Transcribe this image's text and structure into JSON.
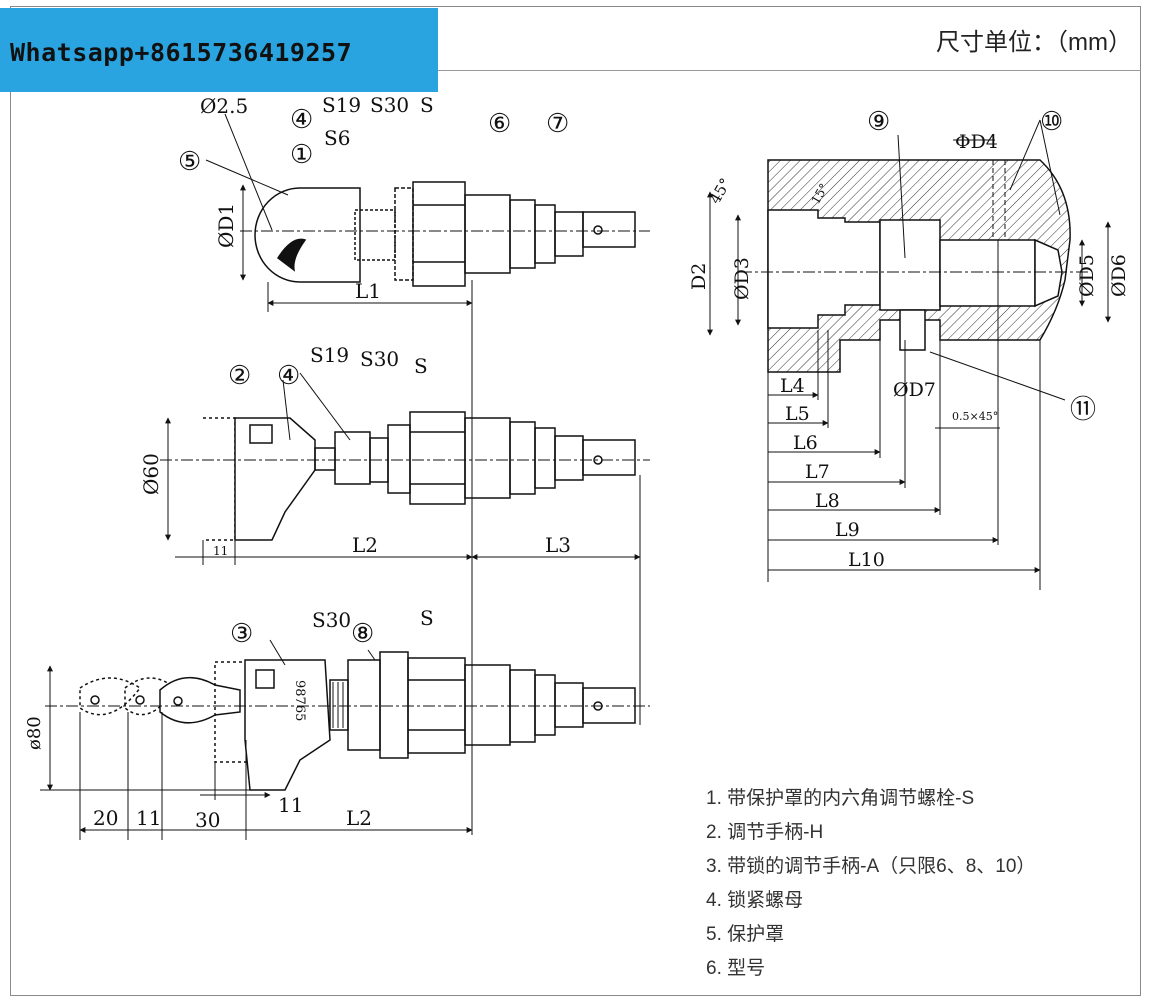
{
  "watermark": {
    "text": "Whatsapp+8615736419257",
    "bg_color": "#2aa4e0"
  },
  "header": {
    "unit_text": "尺寸单位：（mm）"
  },
  "drawing": {
    "view1": {
      "labels": [
        "Ø2.5",
        "S19",
        "S30",
        "S",
        "S6",
        "ØD1",
        "L1"
      ],
      "callouts": [
        "①",
        "④",
        "⑤",
        "⑥",
        "⑦"
      ]
    },
    "view2": {
      "labels": [
        "S19",
        "S30",
        "S",
        "Ø60",
        "11",
        "L2",
        "L3"
      ],
      "callouts": [
        "②",
        "④"
      ]
    },
    "view3": {
      "labels": [
        "S30",
        "S",
        "ø80",
        "20",
        "11",
        "30",
        "11",
        "L2",
        "98765"
      ],
      "callouts": [
        "③",
        "⑧"
      ]
    },
    "section": {
      "labels": [
        "ΦD4",
        "45°",
        "15°",
        "D2",
        "ØD3",
        "ØD5",
        "ØD6",
        "L4",
        "L5",
        "L6",
        "L7",
        "L8",
        "L9",
        "L10",
        "ØD7",
        "0.5×45°"
      ],
      "callouts": [
        "⑨",
        "⑩",
        "⑪"
      ]
    }
  },
  "legend": {
    "items": [
      "1.  带保护罩的内六角调节螺栓-S",
      "2.  调节手柄-H",
      "3.  带锁的调节手柄-A（只限6、8、10）",
      "4.  锁紧螺母",
      "5.  保护罩",
      "6.  型号"
    ]
  },
  "colors": {
    "line": "#111111",
    "frame": "#8a8a8a"
  }
}
